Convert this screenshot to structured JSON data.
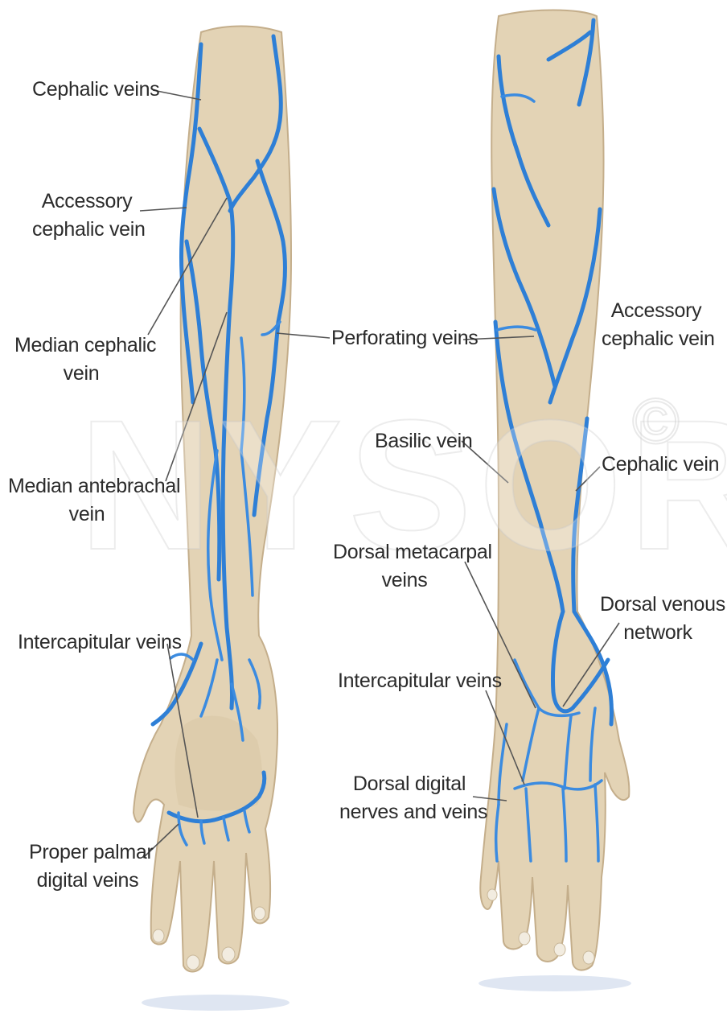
{
  "labels": {
    "cephalic_veins": "Cephalic veins",
    "accessory_cephalic_left_1": "Accessory",
    "accessory_cephalic_left_2": "cephalic vein",
    "median_cephalic_1": "Median cephalic",
    "median_cephalic_2": "vein",
    "median_antebrachal_1": "Median antebrachal",
    "median_antebrachal_2": "vein",
    "intercapitular_left": "Intercapitular veins",
    "proper_palmar_1": "Proper palmar",
    "proper_palmar_2": "digital veins",
    "perforating_veins": "Perforating veins",
    "accessory_cephalic_right_1": "Accessory",
    "accessory_cephalic_right_2": "cephalic vein",
    "basilic_vein": "Basilic vein",
    "cephalic_vein": "Cephalic vein",
    "dorsal_metacarpal_1": "Dorsal metacarpal",
    "dorsal_metacarpal_2": "veins",
    "dorsal_venous_1": "Dorsal venous",
    "dorsal_venous_2": "network",
    "intercapitular_right": "Intercapitular veins",
    "dorsal_digital_1": "Dorsal digital",
    "dorsal_digital_2": "nerves and veins"
  },
  "watermark": {
    "text": "NYSORA",
    "symbol": "©"
  },
  "colors": {
    "vein": "#2e7fd6",
    "skin": "#e3d3b5",
    "text": "#2b2b2b"
  }
}
